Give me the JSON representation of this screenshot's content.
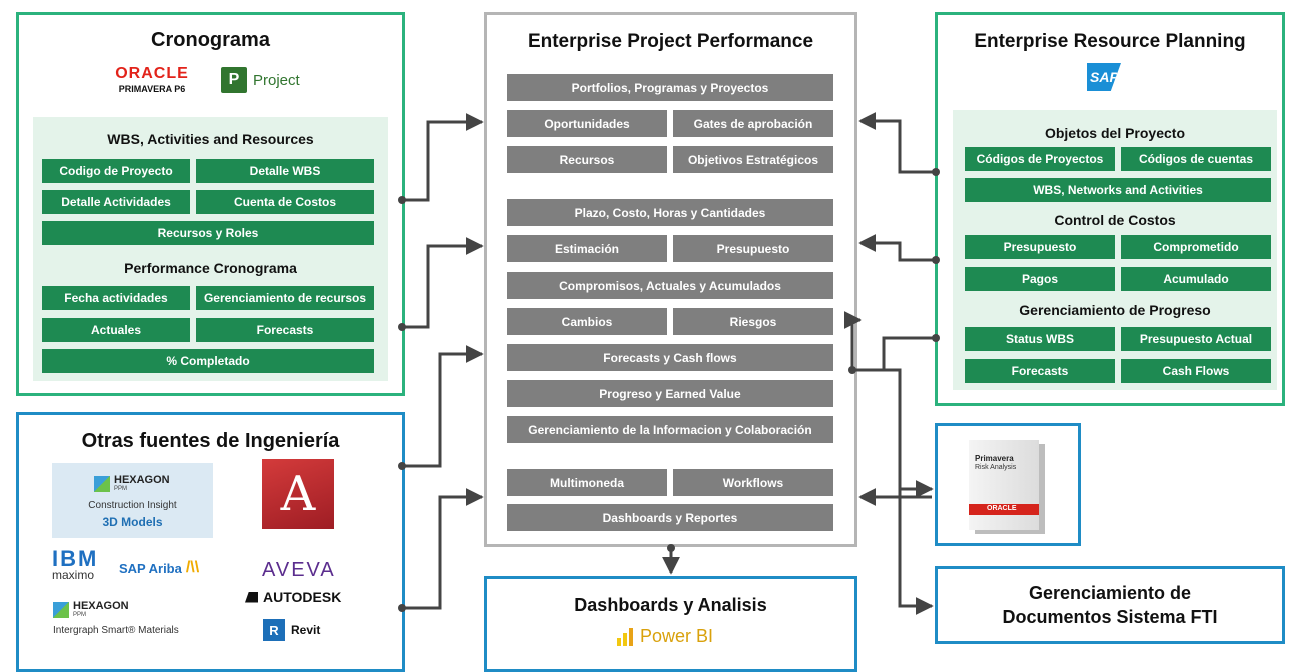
{
  "crono": {
    "title": "Cronograma",
    "logo_oracle": "ORACLE",
    "logo_oracle_sub": "PRIMAVERA P6",
    "logo_project": "Project",
    "logo_project_mark": "P",
    "section1": "WBS, Activities and Resources",
    "items1": [
      "Codigo de Proyecto",
      "Detalle WBS",
      "Detalle Actividades",
      "Cuenta de Costos",
      "Recursos y Roles"
    ],
    "section2": "Performance Cronograma",
    "items2": [
      "Fecha actividades",
      "Gerenciamiento de recursos",
      "Actuales",
      "Forecasts",
      "% Completado"
    ]
  },
  "epp": {
    "title": "Enterprise Project Performance",
    "rows": [
      "Portfolios, Programas y Proyectos",
      "Oportunidades",
      "Gates de aprobación",
      "Recursos",
      "Objetivos Estratégicos",
      "Plazo, Costo, Horas y Cantidades",
      "Estimación",
      "Presupuesto",
      "Compromisos, Actuales y Acumulados",
      "Cambios",
      "Riesgos",
      "Forecasts y Cash flows",
      "Progreso y Earned Value",
      "Gerenciamiento de la Informacion y Colaboración",
      "Multimoneda",
      "Workflows",
      "Dashboards y Reportes"
    ]
  },
  "erp": {
    "title": "Enterprise Resource Planning",
    "logo": "SAP",
    "section1": "Objetos del Proyecto",
    "items1": [
      "Códigos de Proyectos",
      "Códigos de cuentas",
      "WBS, Networks and Activities"
    ],
    "section2": "Control de Costos",
    "items2": [
      "Presupuesto",
      "Comprometido",
      "Pagos",
      "Acumulado"
    ],
    "section3": "Gerenciamiento de Progreso",
    "items3": [
      "Status WBS",
      "Presupuesto Actual",
      "Forecasts",
      "Cash Flows"
    ]
  },
  "otras": {
    "title": "Otras fuentes de Ingeniería",
    "hexagon1": "HEXAGON",
    "hexagon1_ppm": "PPM",
    "hexagon1_sub": "Construction Insight",
    "models": "3D Models",
    "ibm": "IBM",
    "maximo": "maximo",
    "sap_ariba": "SAP Ariba",
    "hexagon2": "HEXAGON",
    "hexagon2_ppm": "PPM",
    "hexagon2_sub": "Intergraph Smart® Materials",
    "aveva": "AVEVA",
    "autodesk": "AUTODESK",
    "revit": "Revit",
    "revit_mark": "R",
    "autocad_mark": "A"
  },
  "risk": {
    "line1": "Primavera",
    "line2": "Risk Analysis",
    "brand": "ORACLE"
  },
  "dash": {
    "title": "Dashboards y Analisis",
    "logo": "Power BI"
  },
  "docs": {
    "line1": "Gerenciamiento de",
    "line2": "Documentos Sistema FTI"
  },
  "colors": {
    "green_border": "#2bb27d",
    "green_button": "#1e8a52",
    "green_fill": "#e4f3ea",
    "blue_border": "#1f8cc5",
    "gray_button": "#7f7f7f",
    "gray_border": "#b5b5b5"
  }
}
